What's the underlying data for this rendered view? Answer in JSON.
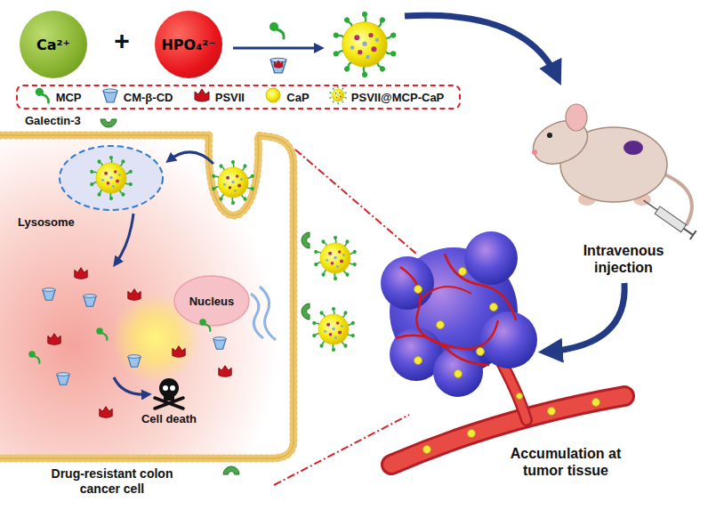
{
  "diagram": {
    "nodes": [
      {
        "text": [
          "Ca²⁺"
        ]
      },
      {
        "text": [
          "HPO₄²⁻"
        ]
      }
    ],
    "labels": [
      "+",
      "Galectin-3",
      "Lysosome",
      "Nucleus",
      "Cell death",
      "Drug-resistant colon cancer cell",
      "Intravenous injection",
      "Accumulation at tumor tissue"
    ],
    "legend": [
      {
        "text": "MCP"
      },
      {
        "text": "CM-β-CD"
      },
      {
        "text": "PSVII"
      },
      {
        "text": "CaP"
      },
      {
        "text": "PSVII@MCP-CaP"
      }
    ]
  }
}
